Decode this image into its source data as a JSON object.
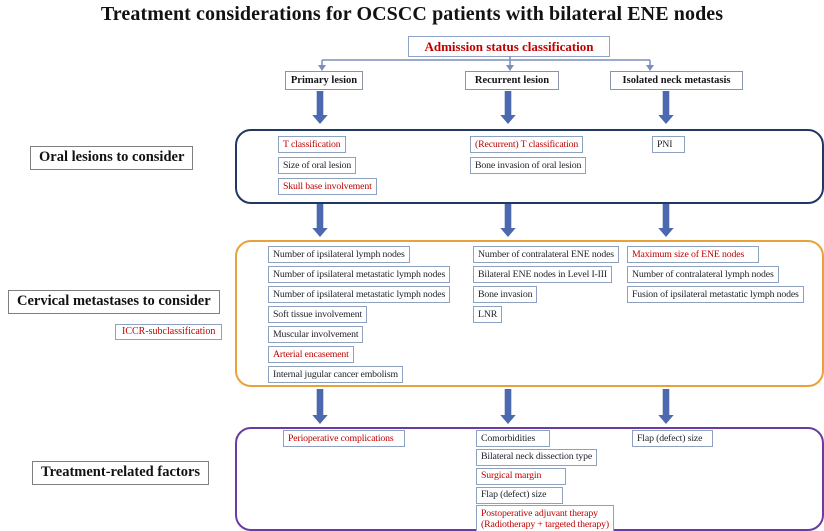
{
  "title": "Treatment considerations for OCSCC patients with bilateral ENE nodes",
  "flow": {
    "admission_label": "Admission status classification",
    "branches": [
      {
        "label": "Primary lesion"
      },
      {
        "label": "Recurrent lesion"
      },
      {
        "label": "Isolated neck metastasis"
      }
    ]
  },
  "sections": [
    {
      "label": "Oral lesions to consider",
      "columns": [
        {
          "items": [
            {
              "text": "T classification",
              "red": true
            },
            {
              "text": "Size of oral lesion",
              "red": false
            },
            {
              "text": "Skull base involvement",
              "red": true
            }
          ]
        },
        {
          "items": [
            {
              "text": "(Recurrent) T classification",
              "red": true
            },
            {
              "text": "Bone invasion of oral lesion",
              "red": false
            }
          ]
        },
        {
          "items": [
            {
              "text": "PNI",
              "red": false
            }
          ]
        }
      ]
    },
    {
      "label": "Cervical metastases to consider",
      "sublabel": "ICCR-subclassification",
      "columns": [
        {
          "items": [
            {
              "text": "Number of ipsilateral lymph nodes",
              "red": false
            },
            {
              "text": "Number of ipsilateral metastatic lymph nodes",
              "red": false
            },
            {
              "text": "Number of ipsilateral metastatic lymph nodes",
              "red": false
            },
            {
              "text": "Soft tissue involvement",
              "red": false
            },
            {
              "text": "Muscular involvement",
              "red": false
            },
            {
              "text": "Arterial encasement",
              "red": true
            },
            {
              "text": "Internal jugular cancer embolism",
              "red": false
            }
          ]
        },
        {
          "items": [
            {
              "text": "Number of contralateral ENE nodes",
              "red": false
            },
            {
              "text": "Bilateral ENE nodes in Level I-III",
              "red": false
            },
            {
              "text": "Bone invasion",
              "red": false
            },
            {
              "text": "LNR",
              "red": false
            }
          ]
        },
        {
          "items": [
            {
              "text": "Maximum size of ENE nodes",
              "red": true
            },
            {
              "text": "Number of contralateral lymph nodes",
              "red": false
            },
            {
              "text": "Fusion of ipsilateral metastatic lymph nodes",
              "red": false
            }
          ]
        }
      ]
    },
    {
      "label": "Treatment-related factors",
      "columns": [
        {
          "items": [
            {
              "text": "Perioperative complications",
              "red": true
            }
          ]
        },
        {
          "items": [
            {
              "text": "Comorbidities",
              "red": false
            },
            {
              "text": "Bilateral neck dissection type",
              "red": false
            },
            {
              "text": "Surgical margin",
              "red": true
            },
            {
              "text": "Flap (defect) size",
              "red": false
            },
            {
              "text": "Postoperative adjuvant therapy",
              "text2": "(Radiotherapy + targeted therapy)",
              "red": true
            }
          ]
        },
        {
          "items": [
            {
              "text": "Flap (defect) size",
              "red": false
            }
          ]
        }
      ]
    }
  ],
  "colors": {
    "red-text": "#c00000",
    "body-text": "#20242e",
    "box-border": "#8ea1bf",
    "admission-border": "#8fa3c8",
    "branch-border": "#8a94a8",
    "label-border": "#7f7f7f",
    "section1-border": "#1f3864",
    "section2-border": "#e7a23c",
    "section3-border": "#6a3ca0",
    "arrow": "#4c68af",
    "connector": "#7b8fbc"
  }
}
